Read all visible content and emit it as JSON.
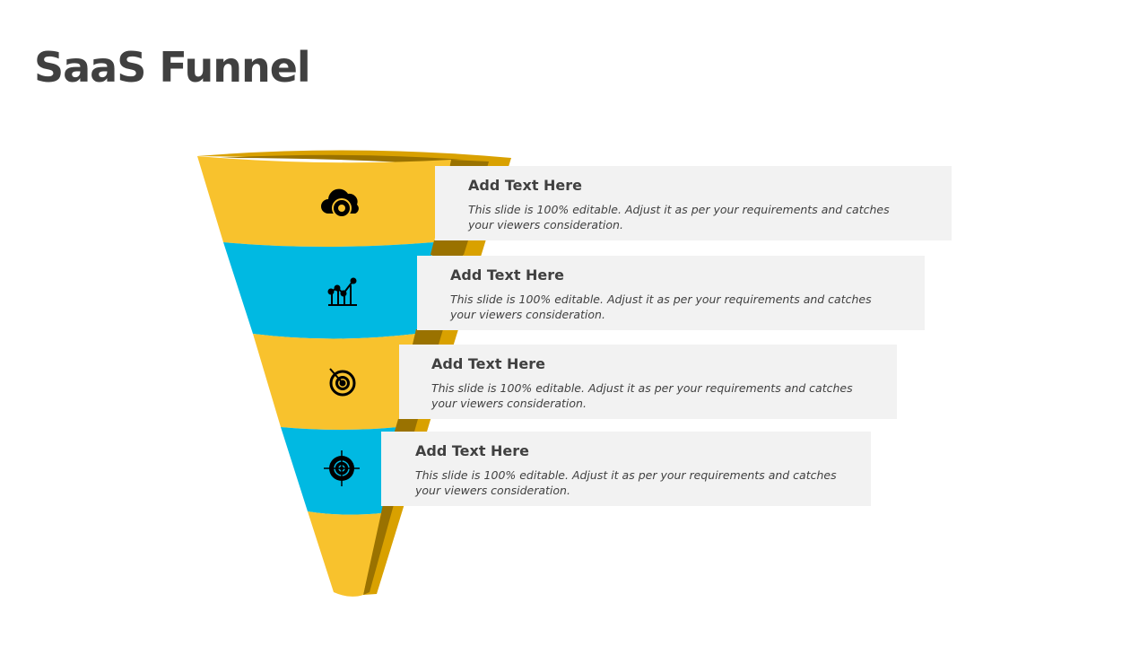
{
  "title": "SaaS Funnel",
  "colors": {
    "yellow": "#f8c22d",
    "blue": "#00b9e2",
    "gold": "#d9a100",
    "dark_gold": "#9a7200",
    "box": "#f2f2f2",
    "text": "#404040"
  },
  "stages": [
    {
      "icon": "cloud-gear-icon",
      "heading": "Add Text Here",
      "body": "This slide is 100%  editable. Adjust it as per your requirements and catches your viewers consideration."
    },
    {
      "icon": "growth-chart-icon",
      "heading": "Add Text Here",
      "body": "This slide is 100%  editable. Adjust it as per your requirements and catches your viewers consideration."
    },
    {
      "icon": "target-arrow-icon",
      "heading": "Add Text Here",
      "body": "This slide is 100%  editable. Adjust it as per your requirements and catches your viewers consideration."
    },
    {
      "icon": "crosshair-icon",
      "heading": "Add Text Here",
      "body": "This slide is 100%  editable. Adjust it as per your requirements and catches your viewers consideration."
    }
  ]
}
